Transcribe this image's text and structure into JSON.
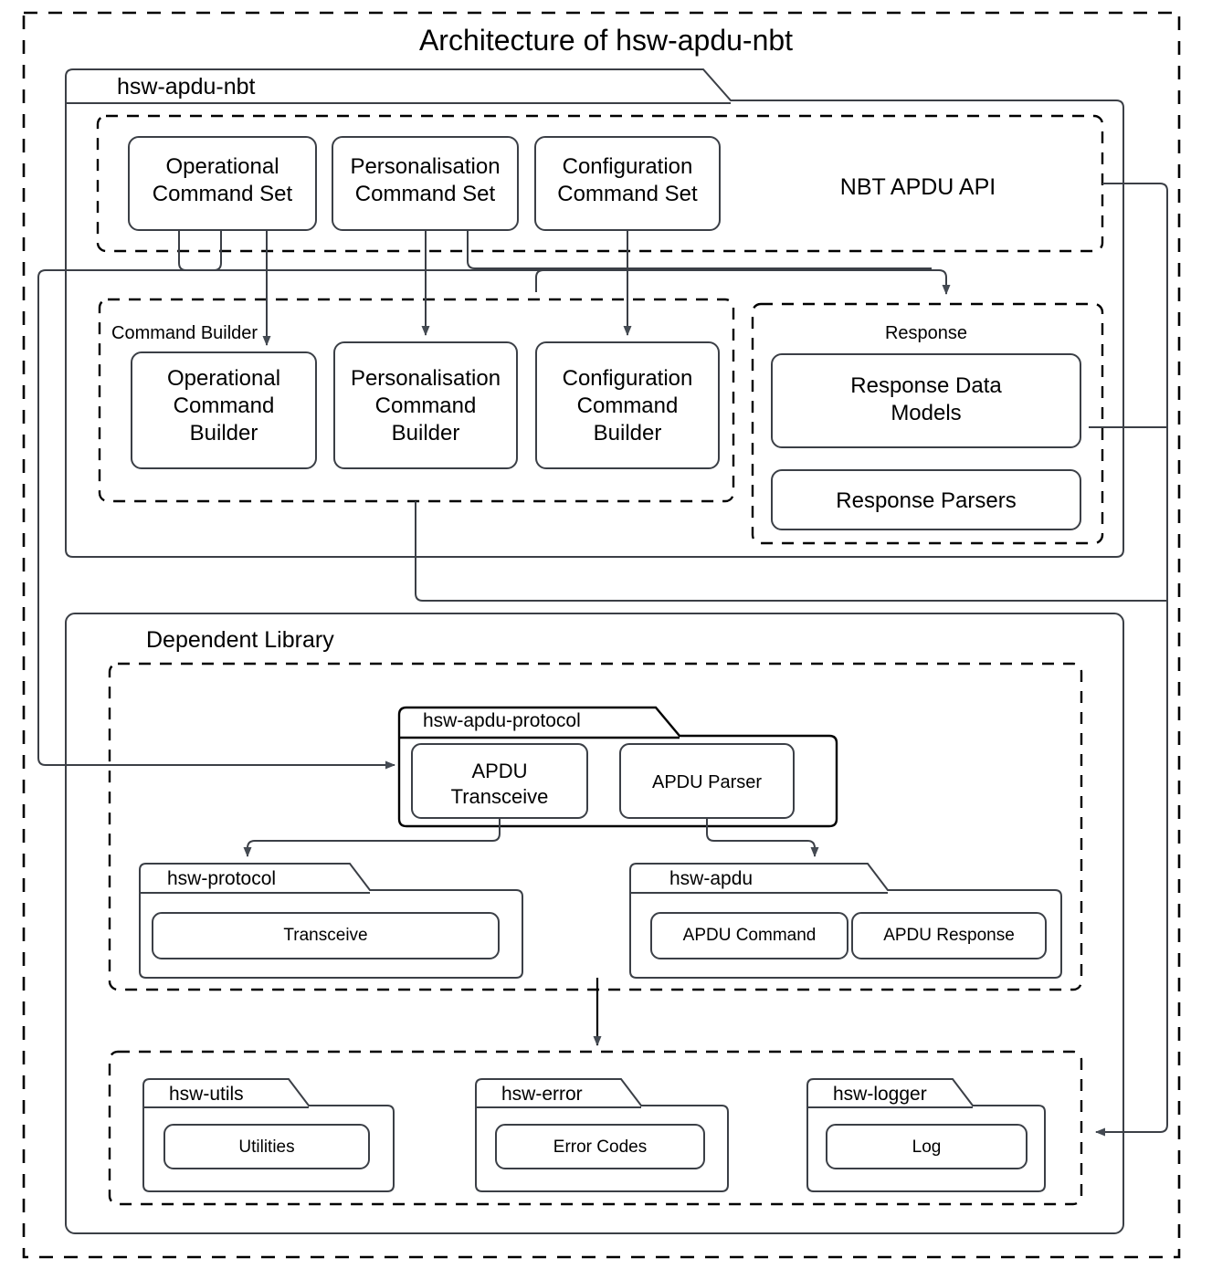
{
  "title": "Architecture of hsw-apdu-nbt",
  "outer_container": {
    "label": ""
  },
  "packages": {
    "root": {
      "label": "hsw-apdu-nbt"
    },
    "api_group": {
      "label": "NBT APDU API"
    },
    "command_builder_group": {
      "label": "Command Builder"
    },
    "response_group": {
      "label": "Response"
    },
    "dependent_library": {
      "label": "Dependent Library"
    },
    "apdu_protocol": {
      "label": "hsw-apdu-protocol"
    },
    "protocol": {
      "label": "hsw-protocol"
    },
    "apdu": {
      "label": "hsw-apdu"
    },
    "utils": {
      "label": "hsw-utils"
    },
    "error": {
      "label": "hsw-error"
    },
    "logger": {
      "label": "hsw-logger"
    }
  },
  "command_sets": [
    {
      "label": "Operational\nCommand Set"
    },
    {
      "label": "Personalisation\nCommand Set"
    },
    {
      "label": "Configuration\nCommand Set"
    }
  ],
  "command_builders": [
    {
      "label": "Operational\nCommand\nBuilder"
    },
    {
      "label": "Personalisation\nCommand\nBuilder"
    },
    {
      "label": "Configuration\nCommand\nBuilder"
    }
  ],
  "response_items": [
    {
      "label": "Response Data\nModels"
    },
    {
      "label": "Response Parsers"
    }
  ],
  "apdu_protocol_items": [
    {
      "label": "APDU\nTransceive"
    },
    {
      "label": "APDU Parser"
    }
  ],
  "protocol_items": [
    {
      "label": "Transceive"
    }
  ],
  "apdu_items": [
    {
      "label": "APDU Command"
    },
    {
      "label": "APDU Response"
    }
  ],
  "base_items": [
    {
      "label": "Utilities"
    },
    {
      "label": "Error Codes"
    },
    {
      "label": "Log"
    }
  ],
  "colors": {
    "stroke": "#3b3f46",
    "dashed_stroke": "#000000",
    "arrow": "#444a52",
    "text": "#000000",
    "background": "#ffffff"
  }
}
